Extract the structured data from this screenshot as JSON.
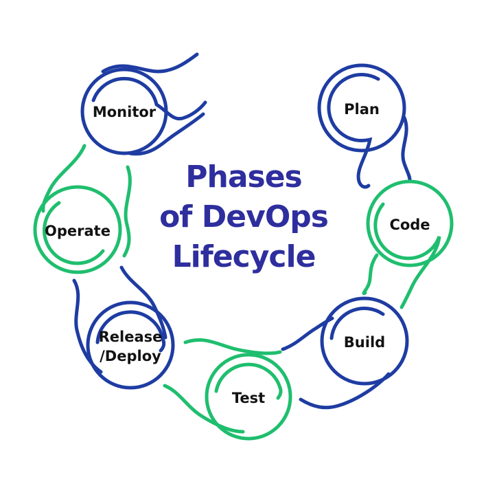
{
  "title": {
    "lines": [
      "Phases",
      "of DevOps",
      "Lifecycle"
    ]
  },
  "nodes": [
    {
      "id": "monitor",
      "label": "Monitor",
      "color_name": "navy"
    },
    {
      "id": "plan",
      "label": "Plan",
      "color_name": "navy"
    },
    {
      "id": "operate",
      "label": "Operate",
      "color_name": "green"
    },
    {
      "id": "code",
      "label": "Code",
      "color_name": "green"
    },
    {
      "id": "release-deploy",
      "label_lines": [
        "Release",
        "/Deploy"
      ],
      "color_name": "navy"
    },
    {
      "id": "build",
      "label": "Build",
      "color_name": "navy"
    },
    {
      "id": "test",
      "label": "Test",
      "color_name": "green"
    }
  ],
  "colors": {
    "navy": "#1e3ca2",
    "green": "#1fbe6e",
    "title": "#2e2e9e",
    "label": "#121212",
    "background": "#ffffff"
  }
}
